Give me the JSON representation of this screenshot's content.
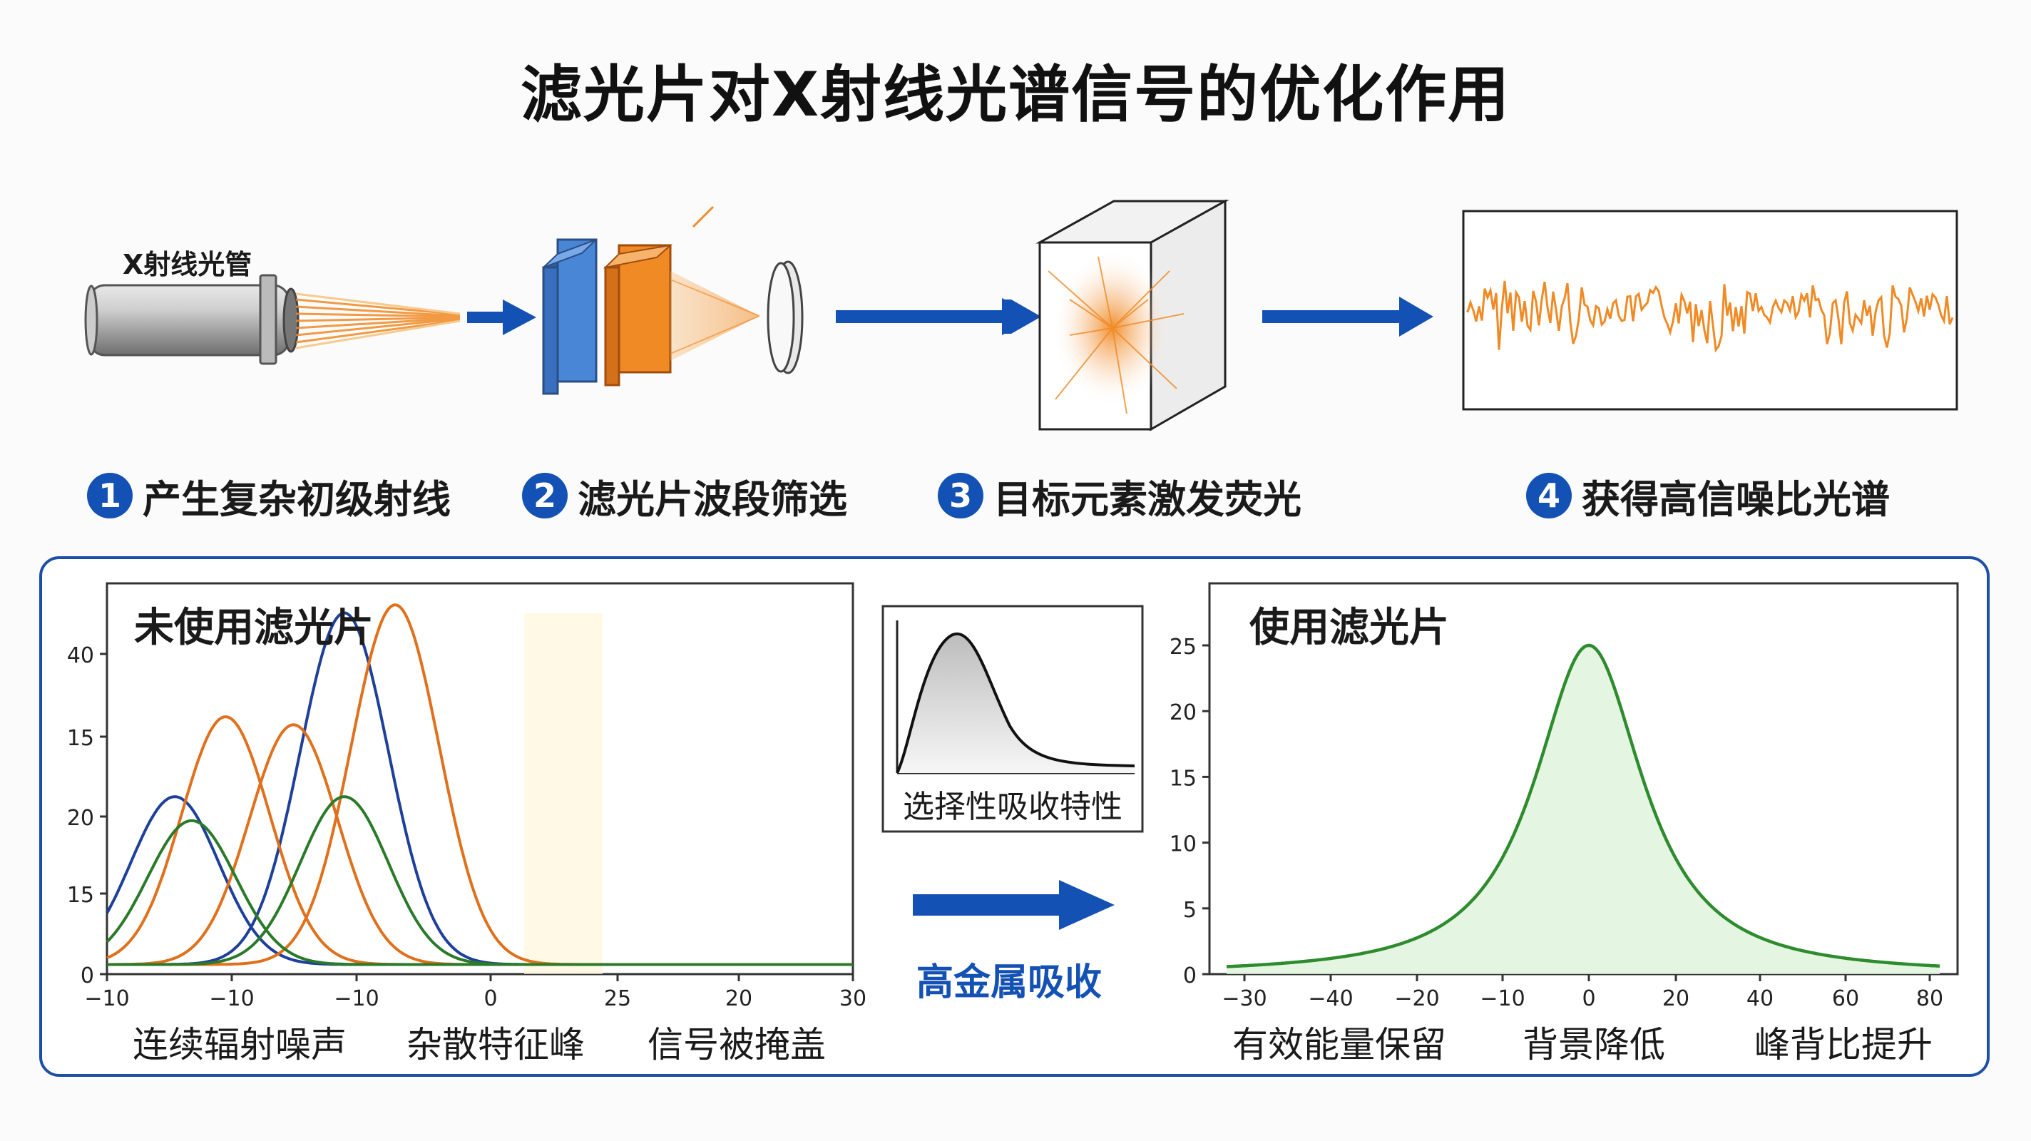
{
  "title": "滤光片对X射线光谱信号的优化作用",
  "tube_label": "X射线光管",
  "steps": [
    {
      "num": "1",
      "label": "产生复杂初级射线"
    },
    {
      "num": "2",
      "label": "滤光片波段筛选"
    },
    {
      "num": "3",
      "label": "目标元素激发荧光"
    },
    {
      "num": "4",
      "label": "获得高信噪比光谱"
    }
  ],
  "colors": {
    "accent_blue": "#1351b4",
    "orange": "#f08a24",
    "filter_blue": "#4a86d6",
    "panel_border": "#1e4fa6",
    "green": "#2e8b2e"
  },
  "inset": {
    "label": "选择性吸收特性"
  },
  "middle_label": "高金属吸收",
  "chart_data": [
    {
      "type": "line",
      "title": "未使用滤光片",
      "x_tick_labels": [
        "−10",
        "−10",
        "−10",
        "0",
        "25",
        "20",
        "30"
      ],
      "y_tick_labels": [
        "0",
        "15",
        "20",
        "15",
        "40"
      ],
      "series": [
        {
          "color": "#1e3f9a",
          "peaks": [
            {
              "x": -10,
              "y": 21
            },
            {
              "x": 0,
              "y": 44
            }
          ]
        },
        {
          "color": "#e0701c",
          "peaks": [
            {
              "x": -7,
              "y": 31
            },
            {
              "x": -3,
              "y": 30
            },
            {
              "x": 3,
              "y": 45
            }
          ]
        },
        {
          "color": "#2a7a2a",
          "peaks": [
            {
              "x": -9,
              "y": 18
            },
            {
              "x": 0,
              "y": 21
            }
          ]
        }
      ],
      "captions": [
        "连续辐射噪声",
        "杂散特征峰",
        "信号被掩盖"
      ]
    },
    {
      "type": "area",
      "title": "使用滤光片",
      "x_tick_labels": [
        "−30",
        "−40",
        "−20",
        "−10",
        "0",
        "20",
        "40",
        "60",
        "80"
      ],
      "y_tick_labels": [
        "0",
        "5",
        "10",
        "15",
        "20",
        "25"
      ],
      "series": [
        {
          "color": "#2e8b2e",
          "peak": {
            "x": 0,
            "y": 25
          }
        }
      ],
      "ylim": [
        0,
        27
      ],
      "captions": [
        "有效能量保留",
        "背景降低",
        "峰背比提升"
      ]
    }
  ]
}
